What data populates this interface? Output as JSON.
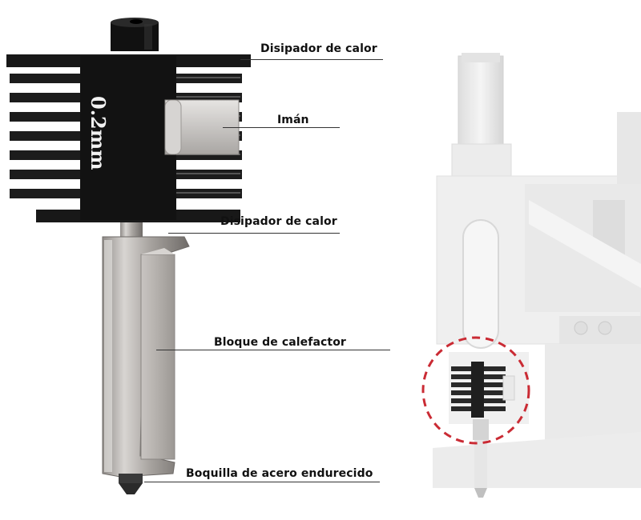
{
  "diagram": {
    "size_marking": "0.2mm",
    "labels": {
      "heatsink_top": "Disipador de calor",
      "magnet": "Imán",
      "heatsink_bottom": "Disipador de calor",
      "heater_block": "Bloque de calefactor",
      "nozzle": "Boquilla de acero endurecido"
    }
  },
  "colors": {
    "heatsink": "#161616",
    "metal": "#b4b0ac",
    "magnet": "#c9c6c3",
    "printer_body": "#ececec",
    "highlight_circle": "#c8202a"
  }
}
